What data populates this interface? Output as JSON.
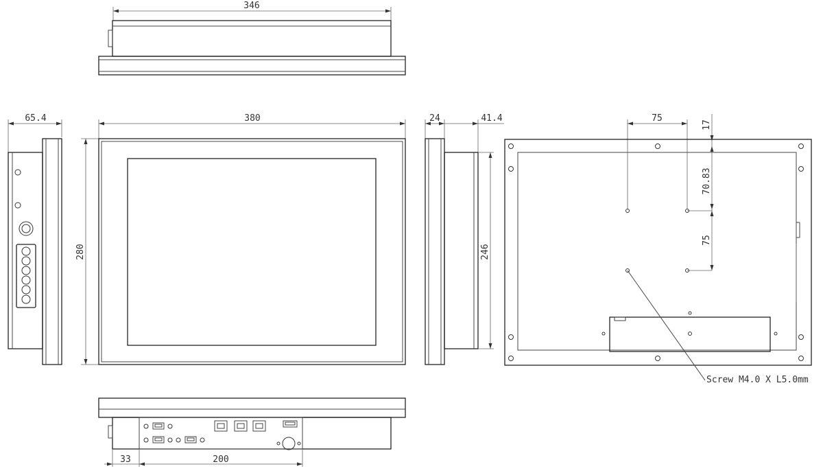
{
  "dimensions": {
    "top_width": "346",
    "front_width": "380",
    "front_height": "280",
    "left_depth": "65.4",
    "side_bezel": "24",
    "side_depth": "41.4",
    "side_height": "246",
    "vesa_h": "75",
    "vesa_v": "75",
    "offset_top": "17",
    "offset_v": "70.83",
    "bottom_offset": "33",
    "bottom_width": "200"
  },
  "annotations": {
    "screw_note": "Screw M4.0 X L5.0mm"
  }
}
